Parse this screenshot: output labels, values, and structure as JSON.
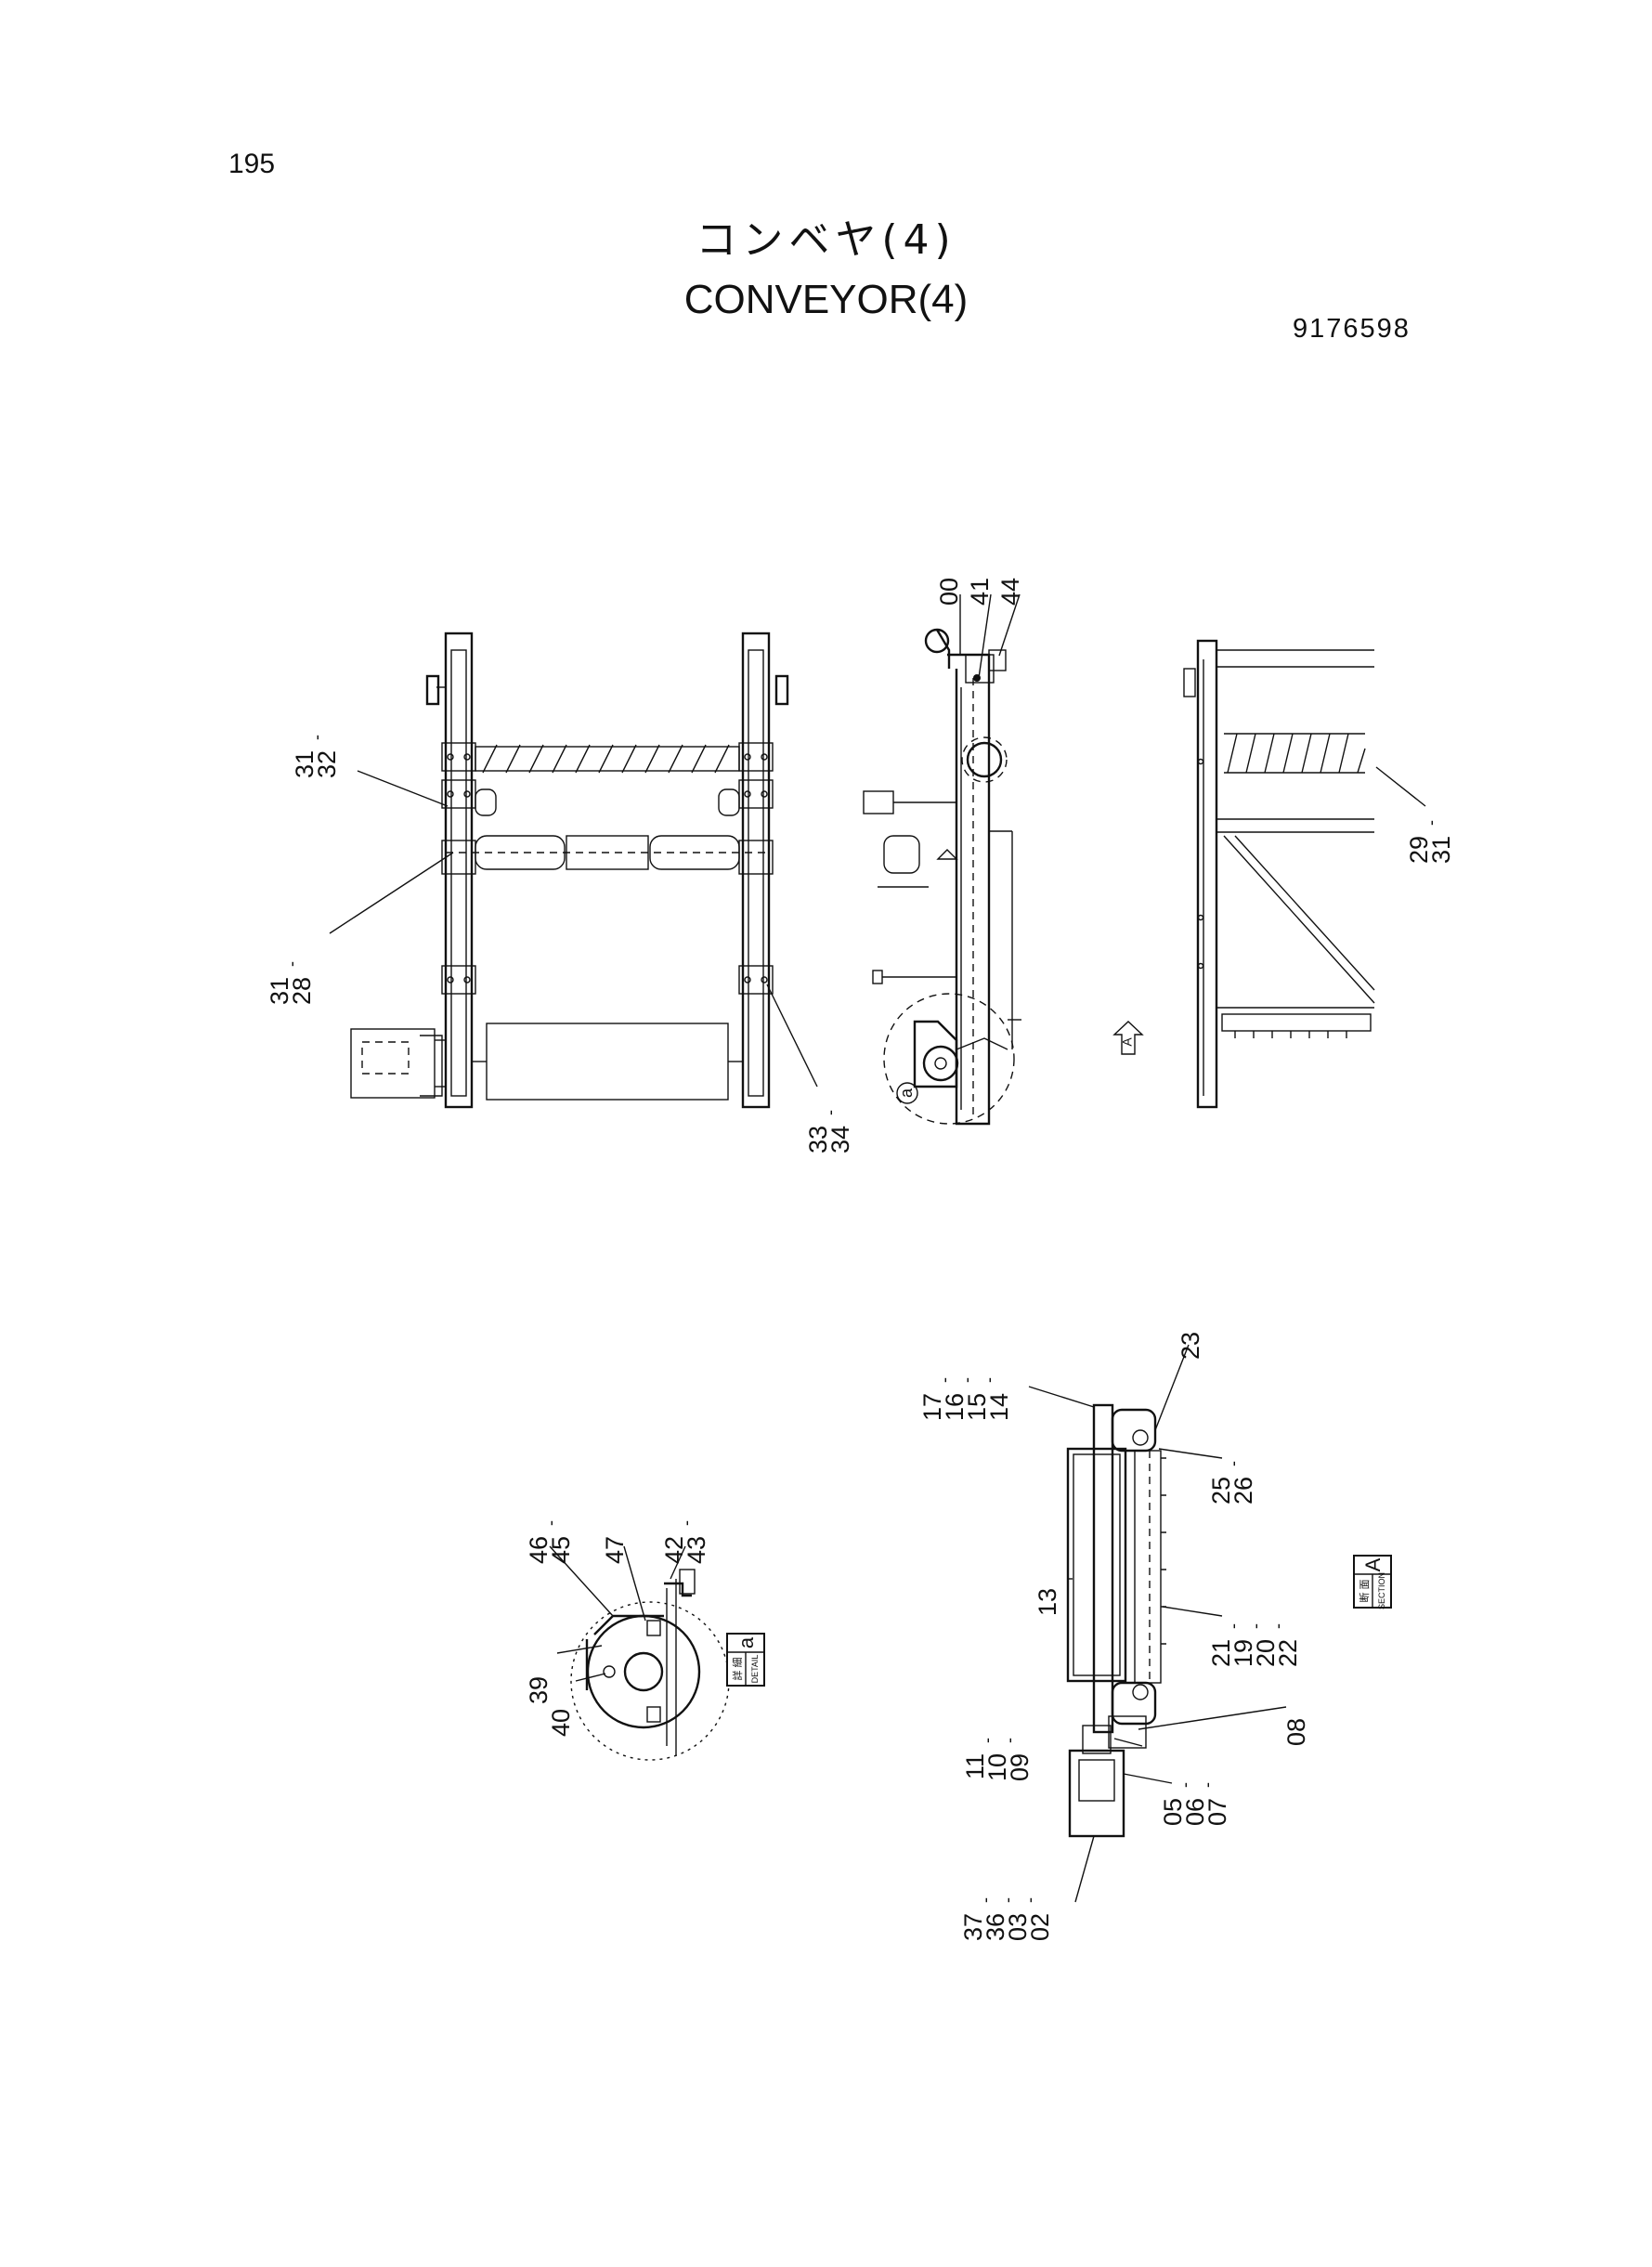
{
  "page": {
    "number": "195",
    "title_jp": "コンベヤ(4)",
    "title_en": "CONVEYOR(4)",
    "part_number": "9176598"
  },
  "labels": {
    "l31_32": [
      "31",
      "32"
    ],
    "l31_28": [
      "31",
      "28"
    ],
    "l33_34": [
      "33",
      "34"
    ],
    "l00": [
      "00"
    ],
    "l41": [
      "41"
    ],
    "l44": [
      "44"
    ],
    "l29_31": [
      "29",
      "31"
    ],
    "l23": [
      "23"
    ],
    "l17_14": [
      "17",
      "16",
      "15",
      "14"
    ],
    "l25_26": [
      "25",
      "26"
    ],
    "l13": [
      "13"
    ],
    "l21_22": [
      "21",
      "19",
      "20",
      "22"
    ],
    "l08": [
      "08"
    ],
    "l11_09": [
      "11",
      "10",
      "09"
    ],
    "l05_07": [
      "05",
      "06",
      "07"
    ],
    "l37_02": [
      "37",
      "36",
      "03",
      "02"
    ],
    "l46_45": [
      "46",
      "45"
    ],
    "l47": [
      "47"
    ],
    "l42_43": [
      "42",
      "43"
    ],
    "l39": [
      "39"
    ],
    "l40": [
      "40"
    ]
  },
  "markers": {
    "detail_circle": "a",
    "view_arrow": "A"
  },
  "tags": {
    "section": {
      "top": "断 面",
      "bottom": "SECTION",
      "letter": "A"
    },
    "detail": {
      "top": "詳 細",
      "bottom": "DETAIL",
      "letter": "a"
    }
  }
}
